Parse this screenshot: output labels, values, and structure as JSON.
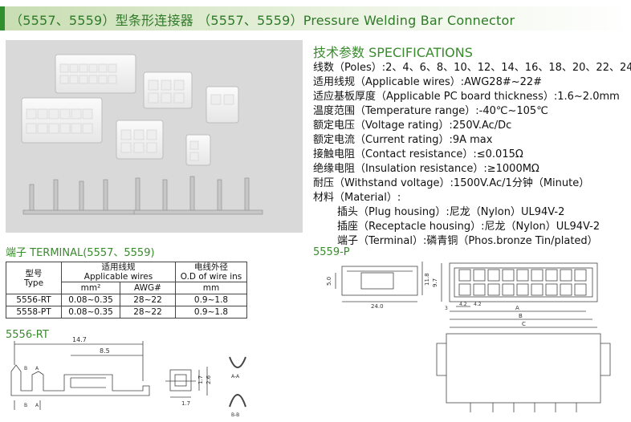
{
  "banner": {
    "title": "（5557、5559）型条形连接器 （5557、5559）Pressure Welding Bar Connector"
  },
  "specifications": {
    "title": "技术参数 SPECIFICATIONS",
    "lines": [
      "线数（Poles）:2、4、6、8、10、12、14、16、18、20、22、24",
      "适用线规（Applicable wires）:AWG28#~22#",
      "适应基板厚度（Applicable PC board thickness）:1.6~2.0mm",
      "温度范围（Temperature range）:-40℃~105℃",
      "额定电压（Voltage rating）:250V.Ac/Dc",
      "额定电流（Current rating）:9A max",
      "接触电阻（Contact resistance）:≤0.015Ω",
      "绝缘电阻（Insulation resistance）:≥1000MΩ",
      "耐压（Withstand voltage）:1500V.Ac/1分钟（Minute）",
      "材料（Material）:"
    ],
    "material": [
      "插头（Plug housing）:尼龙（Nylon）UL94V-2",
      "插座（Receptacle housing）:尼龙（Nylon）UL94V-2",
      "端子（Terminal）:磷青铜（Phos.bronze Tin/plated）"
    ]
  },
  "terminal_section": {
    "title": "端子 TERMINAL(5557、5559)",
    "table": {
      "type_zh": "型号",
      "type_en": "Type",
      "wires_zh": "适用线规",
      "wires_en": "Applicable wires",
      "od_zh": "电线外径",
      "od_en": "O.D of wire ins",
      "unit_mm2": "mm²",
      "unit_awg": "AWG#",
      "unit_mm": "mm",
      "rows": [
        [
          "5556-RT",
          "0.08~0.35",
          "28~22",
          "0.9~1.8"
        ],
        [
          "5558-PT",
          "0.08~0.35",
          "28~22",
          "0.9~1.8"
        ]
      ]
    }
  },
  "rt_drawing": {
    "title": "5556-RT",
    "dims": [
      "14.7",
      "8.5",
      "1.7",
      "2.6",
      "1.7"
    ],
    "labels": [
      "B",
      "A",
      "B",
      "A",
      "A-A",
      "B-B"
    ]
  },
  "p_drawing": {
    "title": "5559-P",
    "dims": [
      "5.0",
      "11.8",
      "24.0",
      "9.7",
      "4.2",
      "4.2",
      "3",
      "A",
      "B",
      "C"
    ]
  }
}
